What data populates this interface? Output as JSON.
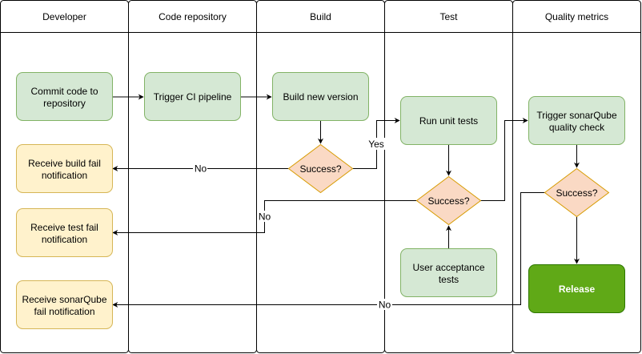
{
  "colors": {
    "border": "#000000",
    "process_fill": "#d5e8d4",
    "process_stroke": "#82b366",
    "notify_fill": "#fff2cc",
    "notify_stroke": "#d6b656",
    "decision_fill": "#fad9c4",
    "decision_stroke": "#d79b00",
    "release_fill": "#60a917",
    "release_stroke": "#2d7600",
    "release_text": "#ffffff"
  },
  "lanes": [
    {
      "id": "developer",
      "label": "Developer"
    },
    {
      "id": "code-repository",
      "label": "Code repository"
    },
    {
      "id": "build",
      "label": "Build"
    },
    {
      "id": "test",
      "label": "Test"
    },
    {
      "id": "quality-metrics",
      "label": "Quality metrics"
    }
  ],
  "nodes": {
    "commit": {
      "lines": [
        "Commit code to",
        "repository"
      ]
    },
    "trigger_ci": {
      "lines": [
        "Trigger CI pipeline"
      ]
    },
    "build_version": {
      "lines": [
        "Build new version"
      ]
    },
    "run_unit_tests": {
      "lines": [
        "Run unit tests"
      ]
    },
    "trigger_sonar": {
      "lines": [
        "Trigger sonarQube",
        "quality check"
      ]
    },
    "build_fail": {
      "lines": [
        "Receive build fail",
        "notification"
      ]
    },
    "test_fail": {
      "lines": [
        "Receive test fail",
        "notification"
      ]
    },
    "sonar_fail": {
      "lines": [
        "Receive sonarQube",
        "fail notification"
      ]
    },
    "build_success": {
      "lines": [
        "Success?"
      ]
    },
    "test_success": {
      "lines": [
        "Success?"
      ]
    },
    "quality_success": {
      "lines": [
        "Success?"
      ]
    },
    "uat": {
      "lines": [
        "User acceptance",
        "tests"
      ]
    },
    "release": {
      "lines": [
        "Release"
      ]
    }
  },
  "edge_labels": {
    "build_no": "No",
    "build_yes": "Yes",
    "test_no": "No",
    "quality_no": "No"
  }
}
